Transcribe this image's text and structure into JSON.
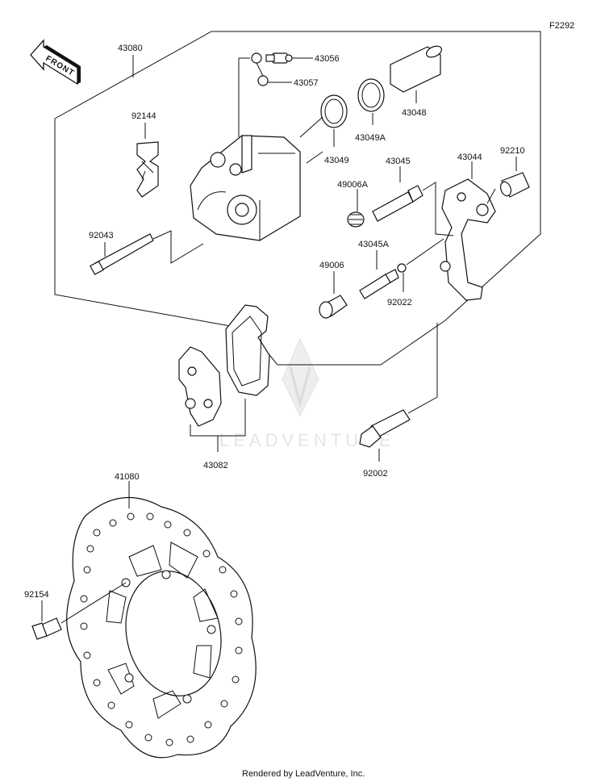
{
  "diagram": {
    "figure_code": "F2292",
    "front_label": "FRONT",
    "watermark_text": "LEADVENTURE",
    "footer": "Rendered by LeadVenture, Inc.",
    "parts": {
      "p43080": "43080",
      "p43056": "43056",
      "p43057": "43057",
      "p43048": "43048",
      "p92144": "92144",
      "p43049A": "43049A",
      "p43049": "43049",
      "p43044": "43044",
      "p92210": "92210",
      "p43045": "43045",
      "p49006A": "49006A",
      "p92043": "92043",
      "p43045A": "43045A",
      "p49006": "49006",
      "p92022": "92022",
      "p43082": "43082",
      "p92002": "92002",
      "p41080": "41080",
      "p92154": "92154"
    }
  }
}
